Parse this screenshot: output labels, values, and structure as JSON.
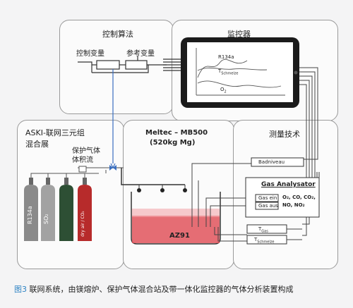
{
  "panels": {
    "control": {
      "title": "控制算法",
      "var1": "控制变量",
      "var2": "参考变量"
    },
    "monitor": {
      "title": "监控器",
      "curve1": "R134a",
      "curve2_main": "T",
      "curve2_sub": "Schmelze",
      "curve3_main": "O",
      "curve3_sub": "2"
    },
    "mixing": {
      "line1": "ASKI-联网三元组",
      "line2": "混合展",
      "flow1": "保护气体",
      "flow2": "体积流"
    },
    "furnace": {
      "title": "Meltec – MB500",
      "subtitle": "(520kg Mg)",
      "melt": "AZ91"
    },
    "measure": {
      "title": "测量技术",
      "badniveau": "Badniveau",
      "analysator": "Gas Analysator",
      "gas_ein": "Gas ein",
      "gas_aus": "Gas aus",
      "gases1": "O₂, CO, CO₂,",
      "gases2": "NO, NO₂",
      "tgas_main": "T",
      "tgas_sub": "Gas",
      "tschm_main": "T",
      "tschm_sub": "Schmelze"
    }
  },
  "cylinders": [
    {
      "label": "R134a",
      "color": "#8a8a8a"
    },
    {
      "label": "SO₂",
      "color": "#a2a2a2"
    },
    {
      "label": "",
      "color": "#2d4f34"
    },
    {
      "label": "dry air / CO₂",
      "color": "#b72b2b"
    }
  ],
  "caption": {
    "prefix": "图3",
    "text": "联网系统，由镁熔炉、保护气体混合站及带一体化监控器的气体分析装置构成"
  },
  "colors": {
    "caption_prefix": "#2f84c4",
    "melt": "#e0545c",
    "tablet": "#1b1b1b"
  }
}
